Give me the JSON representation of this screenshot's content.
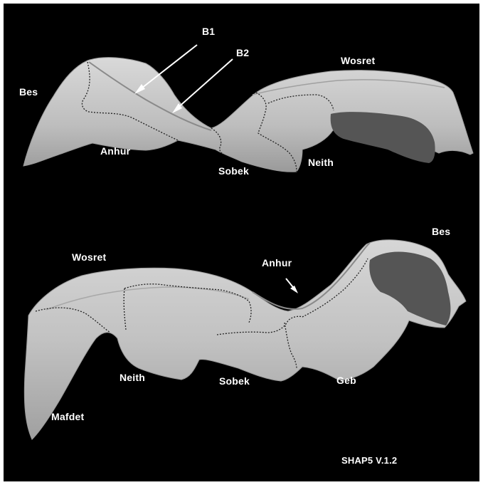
{
  "colors": {
    "background": "#000000",
    "frame": "#ffffff",
    "surface": "#c8c8c8",
    "surface_shadow": "#8e8e8e",
    "interior": "#555555",
    "labels": "#ffffff"
  },
  "top_view": {
    "labels": {
      "bes": "Bes",
      "b1": "B1",
      "b2": "B2",
      "wosret": "Wosret",
      "anhur": "Anhur",
      "sobek": "Sobek",
      "neith": "Neith"
    }
  },
  "bottom_view": {
    "labels": {
      "bes": "Bes",
      "wosret": "Wosret",
      "anhur": "Anhur",
      "neith": "Neith",
      "sobek": "Sobek",
      "geb": "Geb",
      "mafdet": "Mafdet"
    }
  },
  "version": "SHAP5 V.1.2"
}
